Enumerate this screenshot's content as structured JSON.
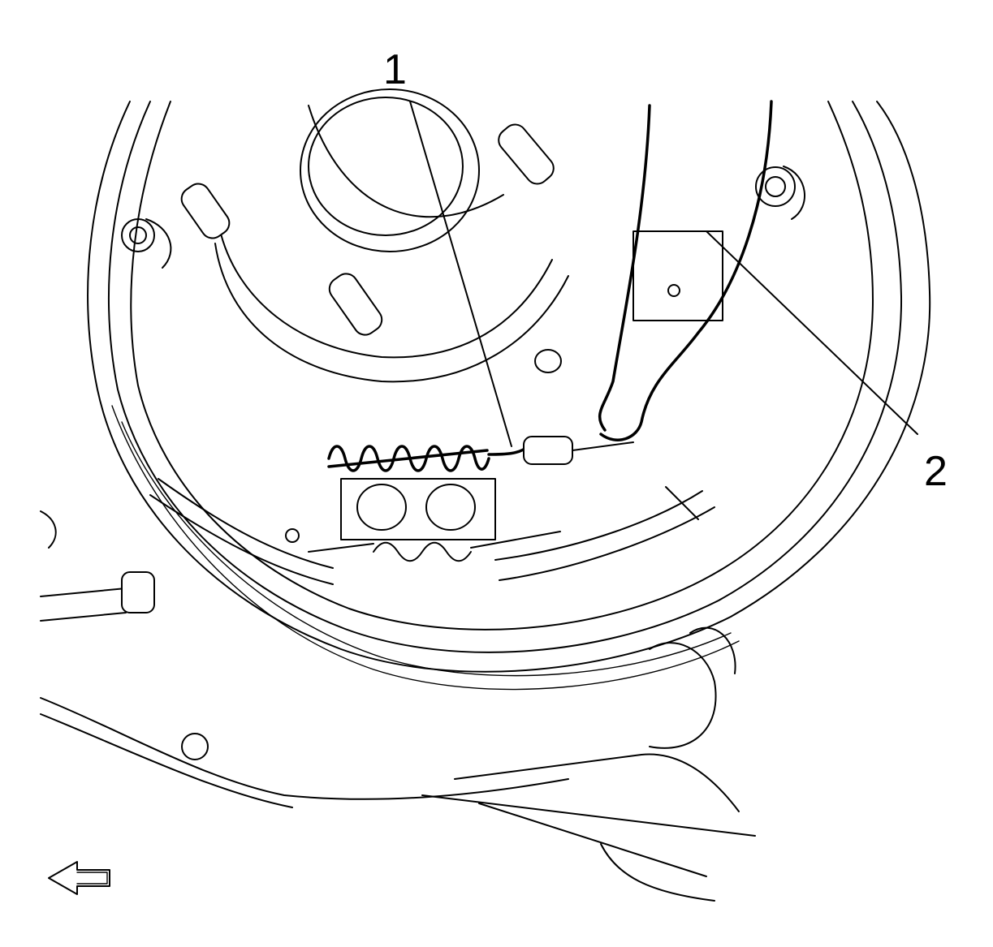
{
  "callouts": [
    {
      "id": "1",
      "label": "1"
    },
    {
      "id": "2",
      "label": "2"
    }
  ],
  "direction_arrow": {
    "icon": "left-arrow-icon",
    "points": "left"
  },
  "colors": {
    "line": "#000000",
    "background": "#ffffff"
  }
}
